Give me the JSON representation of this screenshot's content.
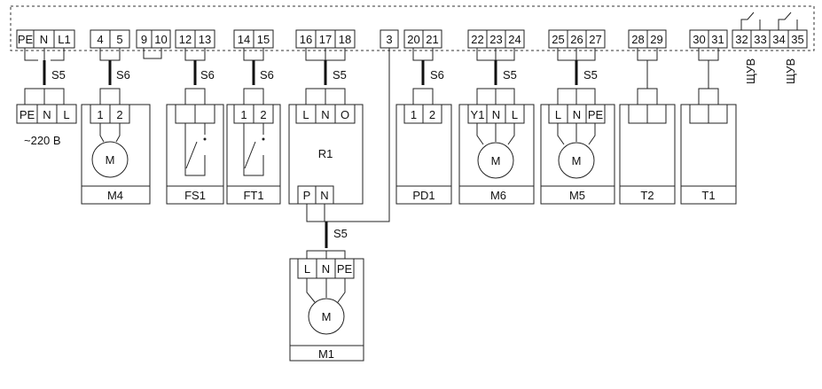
{
  "controller": {
    "groups": [
      {
        "id": "pwr",
        "terms": [
          "PE",
          "N",
          "L1"
        ]
      },
      {
        "id": "g45",
        "terms": [
          "4",
          "5"
        ]
      },
      {
        "id": "g910",
        "terms": [
          "9",
          "10"
        ]
      },
      {
        "id": "g1213",
        "terms": [
          "12",
          "13"
        ]
      },
      {
        "id": "g1415",
        "terms": [
          "14",
          "15"
        ]
      },
      {
        "id": "g1618",
        "terms": [
          "16",
          "17",
          "18"
        ]
      },
      {
        "id": "g3",
        "terms": [
          "3"
        ]
      },
      {
        "id": "g2021",
        "terms": [
          "20",
          "21"
        ]
      },
      {
        "id": "g2224",
        "terms": [
          "22",
          "23",
          "24"
        ]
      },
      {
        "id": "g2527",
        "terms": [
          "25",
          "26",
          "27"
        ]
      },
      {
        "id": "g2829",
        "terms": [
          "28",
          "29"
        ]
      },
      {
        "id": "g3031",
        "terms": [
          "30",
          "31"
        ]
      },
      {
        "id": "g3235",
        "terms": [
          "32",
          "33",
          "34",
          "35"
        ]
      }
    ],
    "shuv_labels": [
      "ЩУВ",
      "ЩУВ"
    ]
  },
  "cables": {
    "pwr": "S5",
    "g45": "S6",
    "g1213": "S6",
    "g1415": "S6",
    "g1618": "S5",
    "g2021": "S6",
    "g2224": "S5",
    "g2527": "S5",
    "m1": "S5"
  },
  "devices": {
    "supply": {
      "terms": [
        "PE",
        "N",
        "L"
      ],
      "caption": "~220 В"
    },
    "m4": {
      "terms": [
        "1",
        "2"
      ],
      "name": "M4",
      "symbol": "M"
    },
    "fs1": {
      "name": "FS1"
    },
    "ft1": {
      "terms": [
        "1",
        "2"
      ],
      "name": "FT1"
    },
    "r1": {
      "terms_top": [
        "L",
        "N",
        "O"
      ],
      "terms_bottom": [
        "P",
        "N"
      ],
      "name": "R1"
    },
    "pd1": {
      "terms": [
        "1",
        "2"
      ],
      "name": "PD1"
    },
    "m6": {
      "terms": [
        "Y1",
        "N",
        "L"
      ],
      "name": "M6",
      "symbol": "M"
    },
    "m5": {
      "terms": [
        "L",
        "N",
        "PE"
      ],
      "name": "M5",
      "symbol": "M"
    },
    "t2": {
      "name": "T2"
    },
    "t1": {
      "name": "T1"
    },
    "m1": {
      "terms": [
        "L",
        "N",
        "PE"
      ],
      "name": "M1",
      "symbol": "M"
    }
  }
}
